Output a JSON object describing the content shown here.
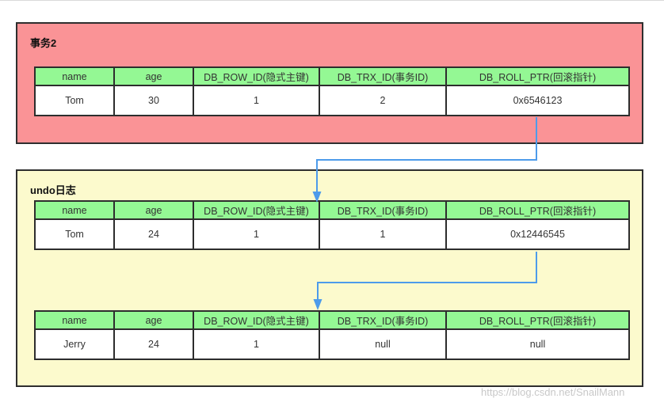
{
  "columns": [
    "name",
    "age",
    "DB_ROW_ID(隐式主键)",
    "DB_TRX_ID(事务ID)",
    "DB_ROLL_PTR(回滚指针)"
  ],
  "transaction_box": {
    "title": "事务2",
    "table": {
      "row": [
        "Tom",
        "30",
        "1",
        "2",
        "0x6546123"
      ]
    }
  },
  "undo_box": {
    "title": "undo日志",
    "table1": {
      "row": [
        "Tom",
        "24",
        "1",
        "1",
        "0x12446545"
      ]
    },
    "table2": {
      "row": [
        "Jerry",
        "24",
        "1",
        "null",
        "null"
      ]
    }
  },
  "watermark": {
    "text": "https://blog.csdn.net/SnailMann"
  },
  "colors": {
    "transaction_box_fill": "#fa9396",
    "undo_box_fill": "#fcfacd",
    "table_header_fill": "#94f894",
    "cell_fill": "#ffffff",
    "border": "#2d2d2d",
    "arrow": "#4d9bea",
    "text": "#333333",
    "watermark_text": "#bebebe"
  }
}
